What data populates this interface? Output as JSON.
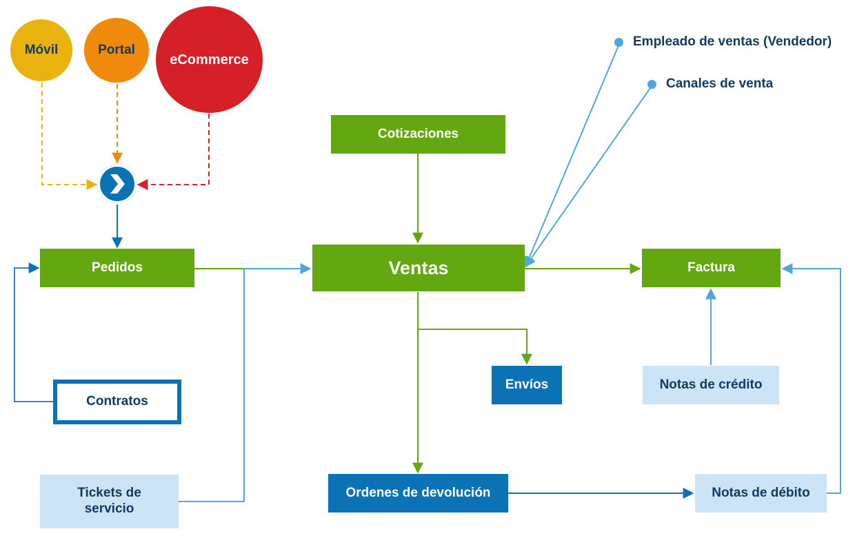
{
  "sources": {
    "movil": "Móvil",
    "portal": "Portal",
    "ecommerce": "eCommerce"
  },
  "nodes": {
    "cotizaciones": "Cotizaciones",
    "pedidos": "Pedidos",
    "ventas": "Ventas",
    "factura": "Factura",
    "contratos": "Contratos",
    "envios": "Envíos",
    "notas_credito": "Notas de crédito",
    "tickets": "Tickets de servicio",
    "ordenes_devolucion": "Ordenes de devolución",
    "notas_debito": "Notas de débito"
  },
  "legend": {
    "empleado": "Empleado de ventas (Vendedor)",
    "canales": "Canales de venta"
  },
  "colors": {
    "green": "#63a811",
    "blue": "#0b72b5",
    "light_blue": "#cce4f5",
    "yellow": "#eab20f",
    "orange": "#f08a0c",
    "red": "#d62027",
    "text_dark": "#123a63"
  },
  "icons": {
    "hub": "chevron-right-icon"
  }
}
